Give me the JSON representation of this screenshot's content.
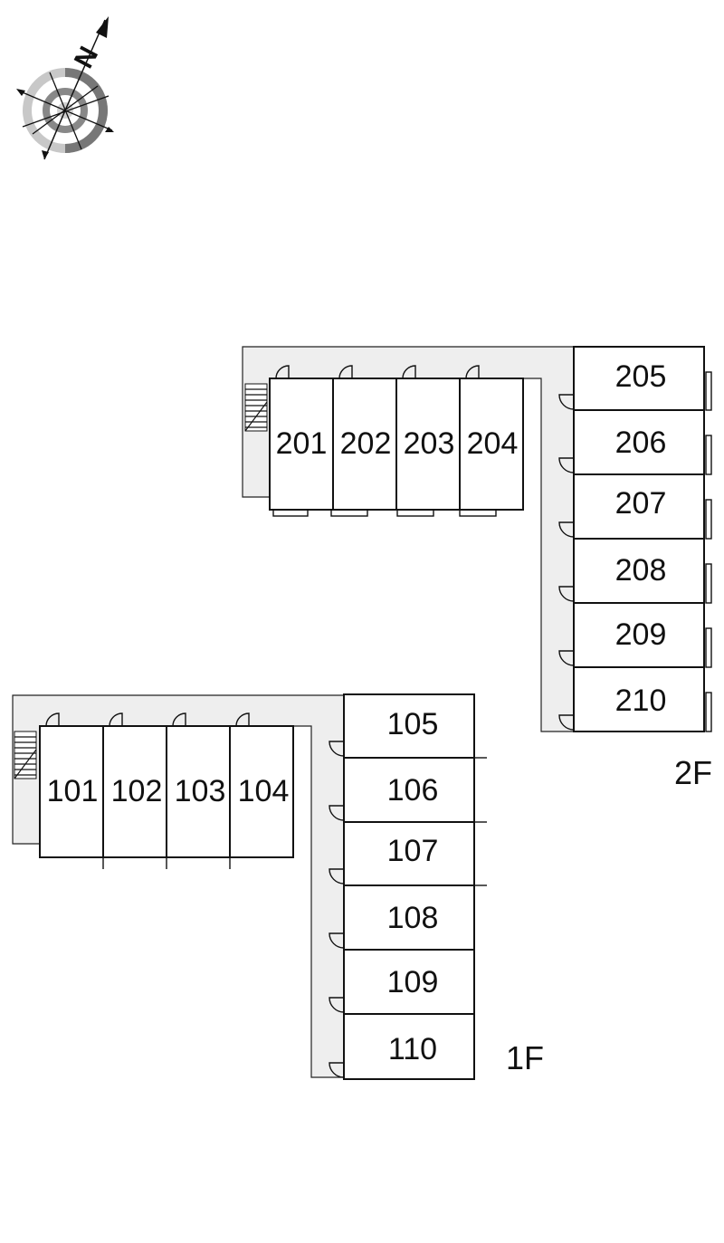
{
  "compass": {
    "label": "N",
    "icon": "compass-north-icon"
  },
  "floors": {
    "second": {
      "label": "2F",
      "units_row": [
        "201",
        "202",
        "203",
        "204"
      ],
      "units_column": [
        "205",
        "206",
        "207",
        "208",
        "209",
        "210"
      ]
    },
    "first": {
      "label": "1F",
      "units_row": [
        "101",
        "102",
        "103",
        "104"
      ],
      "units_column": [
        "105",
        "106",
        "107",
        "108",
        "109",
        "110"
      ]
    }
  }
}
